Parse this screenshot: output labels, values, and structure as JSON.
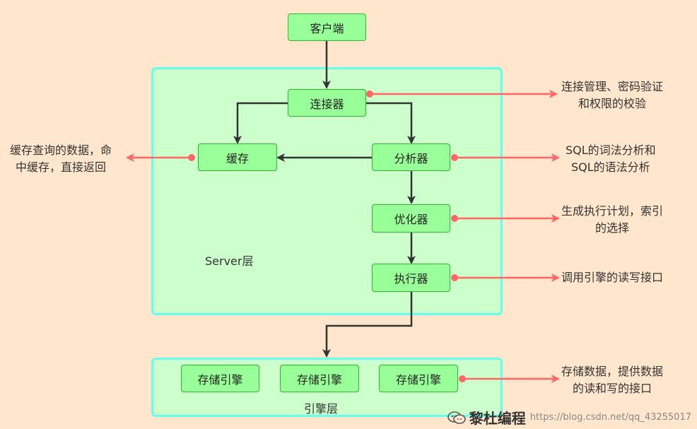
{
  "colors": {
    "background": "#FFE6CC",
    "layer_fill": "#CCFFCC",
    "layer_border": "#66FFEE",
    "node_fill": "#99FF99",
    "node_border": "#2DB82D",
    "flow_arrow": "#333333",
    "annotation_arrow": "#FF6666"
  },
  "server_layer": {
    "label": "Server层"
  },
  "engine_layer": {
    "label": "引擎层"
  },
  "nodes": {
    "client": "客户端",
    "connector": "连接器",
    "cache": "缓存",
    "analyzer": "分析器",
    "optimizer": "优化器",
    "executor": "执行器",
    "engine1": "存储引擎",
    "engine2": "存储引擎",
    "engine3": "存储引擎"
  },
  "notes": {
    "connector": [
      "连接管理、密码验证",
      "和权限的校验"
    ],
    "cache": [
      "缓存查询的数据，命",
      "中缓存，直接返回"
    ],
    "analyzer": [
      "SQL的词法分析和",
      "SQL的语法分析"
    ],
    "optimizer": [
      "生成执行计划，索引",
      "的选择"
    ],
    "executor": [
      "调用引擎的读写接口"
    ],
    "engine": [
      "存储数据，提供数据",
      "的读和写的接口"
    ]
  },
  "watermark": {
    "brand": "黎杜编程",
    "url": "https://blog.csdn.net/qq_43255017",
    "logo_icon": "wechat-icon"
  }
}
